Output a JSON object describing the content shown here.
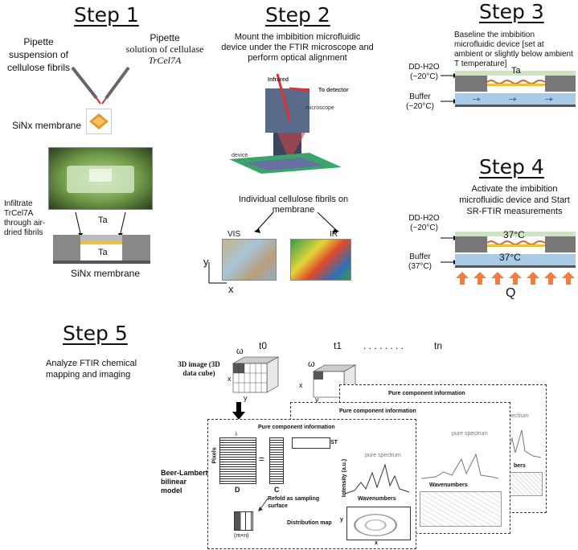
{
  "step1": {
    "title": "Step 1",
    "pipette_left": "Pipette suspension of cellulose fibrils",
    "pipette_right_1": "Pipette",
    "pipette_right_2": "solution of cellulase",
    "pipette_right_3": "TrCel7A",
    "membrane_label": "SiNx membrane",
    "infiltrate": "Infiltrate TrCel7A through air-dried fibrils",
    "ta_top": "Ta",
    "ta_bottom": "Ta",
    "membrane_label_bottom": "SiNx membrane"
  },
  "step2": {
    "title": "Step 2",
    "desc": "Mount the imbibition microfluidic device under the FTIR microscope and perform optical alignment",
    "infrared": "Infrared",
    "to_detector": "To detector",
    "microscope": "microscope",
    "device": "device",
    "fibrils": "Individual cellulose fibrils on membrane",
    "vis": "VIS",
    "ir": "IR",
    "axis_y": "y",
    "axis_x": "x"
  },
  "step3": {
    "title": "Step 3",
    "desc": "Baseline the imbibition microfluidic device [set at ambient or slightly below ambient T temperature]",
    "ddh2o_1": "DD-H2O",
    "ddh2o_2": "(~20°C)",
    "buffer_1": "Buffer",
    "buffer_2": "(~20°C)",
    "ta": "Ta"
  },
  "step4": {
    "title": "Step 4",
    "desc": "Activate the imbibition microfluidic device and Start SR-FTIR measurements",
    "ddh2o_1": "DD-H2O",
    "ddh2o_2": "(~20°C)",
    "buffer_1": "Buffer",
    "buffer_2": "(37°C)",
    "temp_top": "37°C",
    "temp_mid": "37°C",
    "q": "Q"
  },
  "step5": {
    "title": "Step 5",
    "desc": "Analyze FTIR chemical mapping and imaging",
    "t0": "t0",
    "t1": "t1",
    "dots": ". . . . . . . .",
    "tn": "tn",
    "cube_label": "3D image (3D data cube)",
    "omega": "ω",
    "cube_x": "x",
    "cube_y": "y",
    "beer_lambert": "Beer-Lambert bilinear model",
    "pure_component": "Pure component information",
    "pure_spectrum": "pure spectrum",
    "pixels": "Pixels",
    "lambda": "λ",
    "d": "D",
    "c": "C",
    "st": "ST",
    "eq": "=",
    "refold": "Refold as sampling surface",
    "mxn": "(m×n)",
    "distribution_map": "Distribution map",
    "wavenumbers": "Wavenumbers",
    "intensity": "Intensity (a.u.)",
    "map_x": "x",
    "map_y": "y",
    "back_spectrum": "e spectrum",
    "back_wn": "bers"
  },
  "colors": {
    "orange": "#f47c3c",
    "buffer_blue": "#a9cbe6",
    "membrane_yellow": "#e8c23a",
    "green_photo": "#7fae5b"
  }
}
